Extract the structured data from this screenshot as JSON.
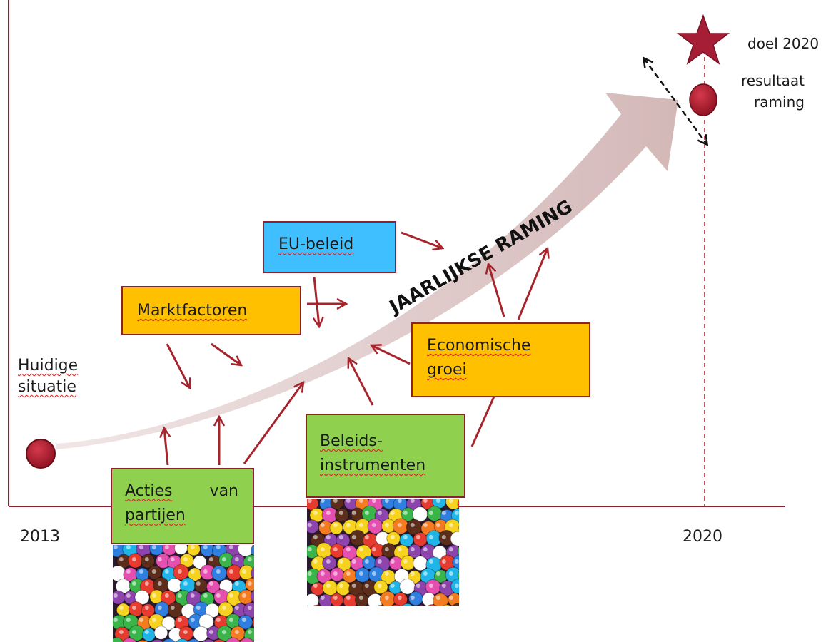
{
  "axis": {
    "start_year": "2013",
    "end_year": "2020"
  },
  "start": {
    "label_line1": "Huidige",
    "label_line2": "situatie"
  },
  "target": {
    "goal_label": "doel 2020",
    "result_line1": "resultaat",
    "result_line2": "raming"
  },
  "trend_arrow": {
    "label": "JAARLIJKSE RAMING"
  },
  "boxes": {
    "eu": {
      "text": "EU-beleid",
      "color": "#3fbfff"
    },
    "markt": {
      "text": "Marktfactoren",
      "color": "#ffc000"
    },
    "eco": {
      "line1": "Economische",
      "line2": "groei",
      "color": "#ffc000"
    },
    "beleid": {
      "line1": "Beleids-",
      "line2": "instrumenten",
      "color": "#8fd14f"
    },
    "acties": {
      "word1": "Acties",
      "word2": "van",
      "line2": "partijen",
      "color": "#8fd14f"
    }
  },
  "colors": {
    "arrow_dark": "#a8242c",
    "trend_fill": "#dcc6c6",
    "marker": "#b01c2e",
    "star": "#a51e36"
  },
  "icons": {
    "marker": "circle-marker",
    "goal": "star-icon",
    "photo": "candy-photo"
  }
}
